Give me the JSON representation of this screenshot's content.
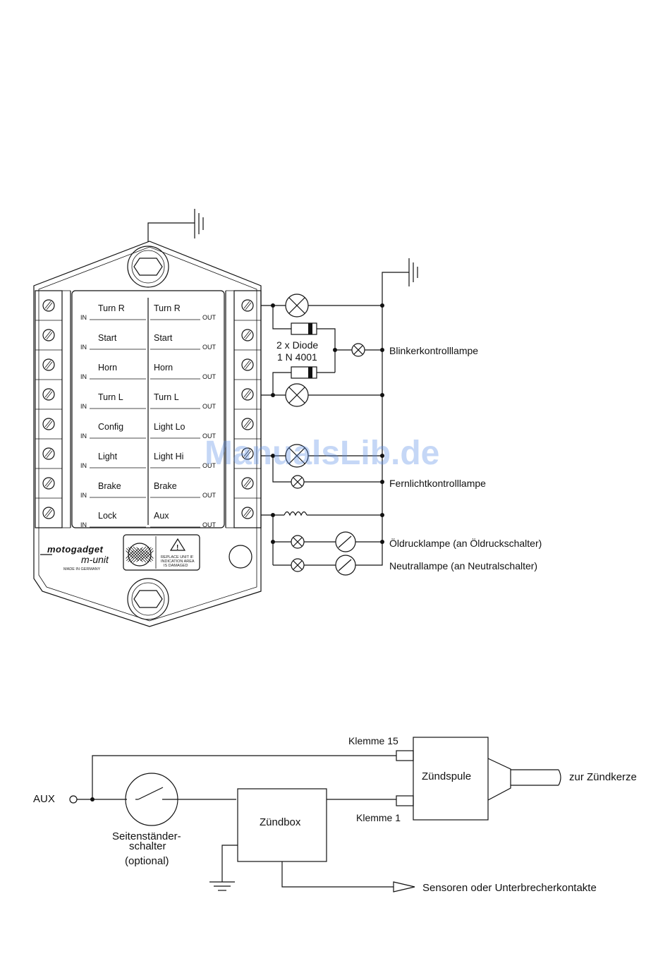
{
  "watermark": "ManualsLib.de",
  "unit": {
    "brand": "motogadget",
    "model": "m-unit",
    "made_in": "MADE IN GERMANY",
    "warning_lines": [
      "REPLACE UNIT IF",
      "INDICATION AREA",
      "IS DAMAGED"
    ],
    "in_marker": "IN",
    "out_marker": "OUT",
    "inputs": [
      "Turn R",
      "Start",
      "Horn",
      "Turn L",
      "Config",
      "Light",
      "Brake",
      "Lock"
    ],
    "outputs": [
      "Turn R",
      "Start",
      "Horn",
      "Turn L",
      "Light Lo",
      "Light Hi",
      "Brake",
      "Aux"
    ]
  },
  "wiring": {
    "diode_line1": "2 x Diode",
    "diode_line2": "1 N 4001",
    "blinker_lamp": "Blinkerkontrolllampe",
    "highbeam_lamp": "Fernlichtkontrolllampe",
    "oil_lamp": "Öldrucklampe (an Öldruckschalter)",
    "neutral_lamp": "Neutrallampe (an Neutralschalter)"
  },
  "ignition": {
    "aux": "AUX",
    "klemme15": "Klemme 15",
    "klemme1": "Klemme 1",
    "coil": "Zündspule",
    "plug": "zur Zündkerze",
    "box": "Zündbox",
    "switch_line1": "Seitenständer-",
    "switch_line2": "schalter",
    "switch_line3": "(optional)",
    "sensors": "Sensoren oder Unterbrecherkontakte"
  }
}
